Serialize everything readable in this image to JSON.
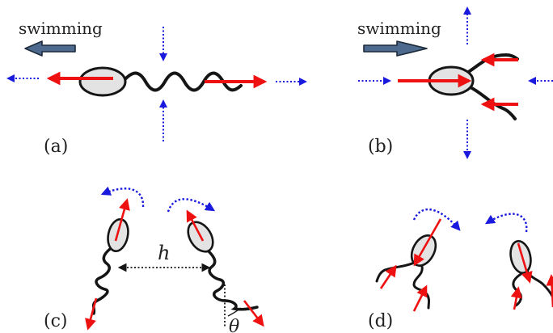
{
  "colors": {
    "force_arrow": "#ee1111",
    "flow_arrow": "#1a1adf",
    "swim_arrow_fill": "#4d6a8e",
    "cell_body": "#e3e3e3",
    "ink": "#151515"
  },
  "panels": {
    "a": {
      "label": "(a)",
      "swimming_text": "swimming"
    },
    "b": {
      "label": "(b)",
      "swimming_text": "swimming"
    },
    "c": {
      "label": "(c)",
      "distance_symbol": "h",
      "angle_symbol": "θ"
    },
    "d": {
      "label": "(d)"
    }
  }
}
